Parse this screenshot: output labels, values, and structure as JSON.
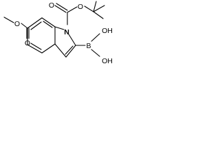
{
  "molecule": {
    "atoms": {
      "n1": "N",
      "o_ester_single": "O",
      "o_ester_double": "O",
      "o_boc_carbonyl": "O",
      "o_boc_ether": "O",
      "boron": "B",
      "oh_top": "OH",
      "oh_bottom": "OH"
    }
  },
  "colors": {
    "bond": "#000000",
    "label": "#000000",
    "background": "#ffffff"
  }
}
